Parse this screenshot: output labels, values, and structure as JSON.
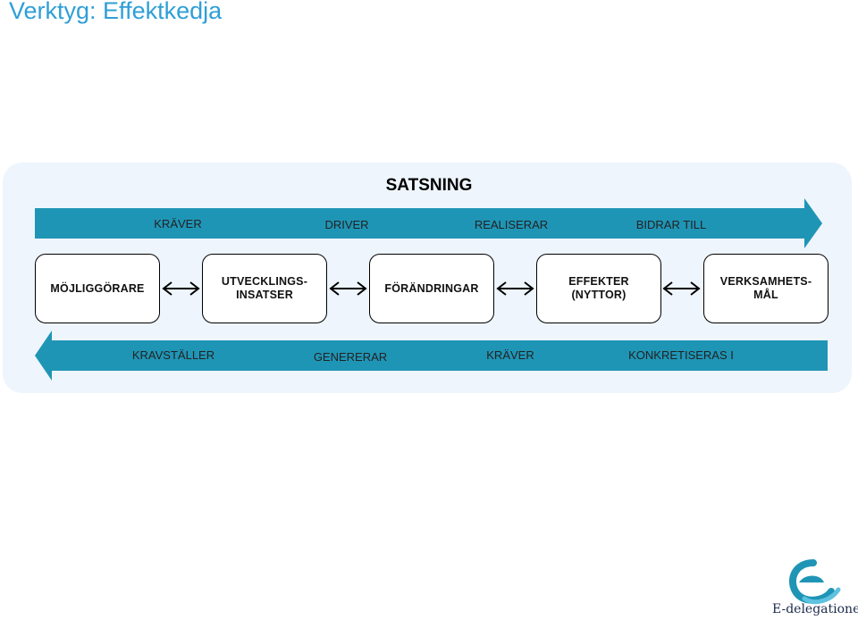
{
  "page": {
    "title": "Verktyg: Effektkedja"
  },
  "diagram": {
    "header": "SATSNING",
    "top_arrow_labels": [
      "KRÄVER",
      "DRIVER",
      "REALISERAR",
      "BIDRAR TILL"
    ],
    "boxes": [
      {
        "label": "MÖJLIGGÖRARE"
      },
      {
        "label": "UTVECKLINGS-\nINSATSER"
      },
      {
        "label": "FÖRÄNDRINGAR"
      },
      {
        "label": "EFFEKTER\n(NYTTOR)"
      },
      {
        "label": "VERKSAMHETS-\nMÅL"
      }
    ],
    "bottom_arrow_labels": [
      "KRAVSTÄLLER",
      "GENERERAR",
      "KRÄVER",
      "KONKRETISERAS I"
    ]
  },
  "colors": {
    "arrow": "#1f95b6",
    "panel": "#eef5fd",
    "title": "#2f9fd6"
  },
  "logo": {
    "text": "E-delegationen"
  }
}
